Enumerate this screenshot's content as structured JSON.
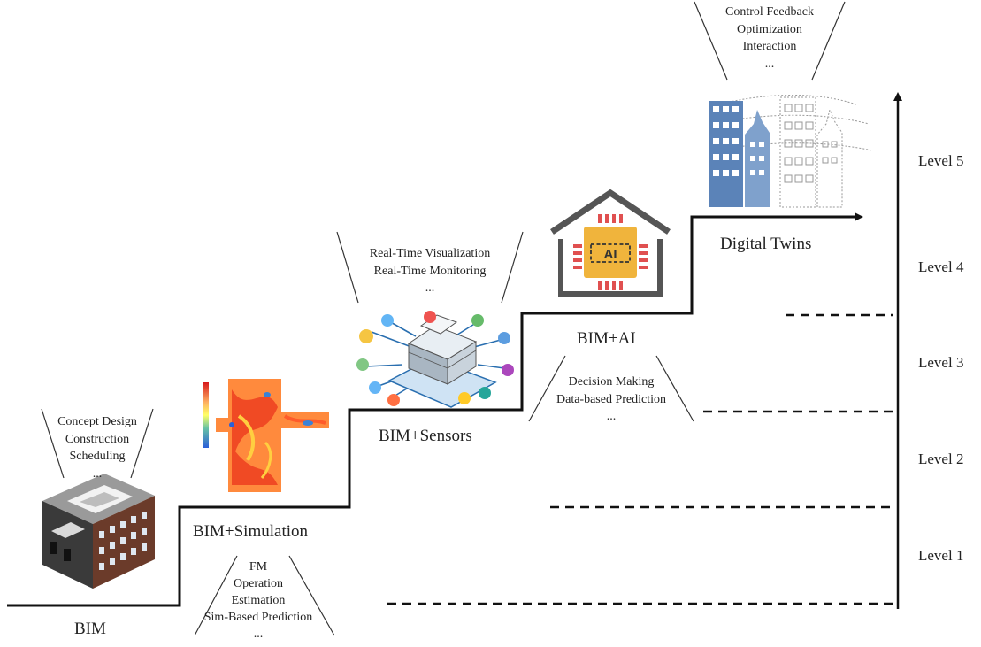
{
  "stages": [
    {
      "label": "BIM",
      "notes": [
        "Concept Design",
        "Construction",
        "Scheduling",
        "..."
      ]
    },
    {
      "label": "BIM+Simulation",
      "notes": [
        "FM",
        "Operation",
        "Estimation",
        "Sim-Based Prediction",
        "..."
      ]
    },
    {
      "label": "BIM+Sensors",
      "notes": [
        "Real-Time Visualization",
        "Real-Time Monitoring",
        "..."
      ]
    },
    {
      "label": "BIM+AI",
      "notes": [
        "Decision Making",
        "Data-based Prediction",
        "..."
      ]
    },
    {
      "label": "Digital Twins",
      "notes": [
        "Control Feedback",
        "Optimization",
        "Interaction",
        "..."
      ]
    }
  ],
  "levels": [
    "Level 1",
    "Level 2",
    "Level 3",
    "Level 4",
    "Level 5"
  ],
  "icons": [
    "isometric-building-icon",
    "cfd-simulation-icon",
    "iot-sensor-building-icon",
    "ai-chip-house-icon",
    "digital-twin-city-icon"
  ],
  "ai_chip_text": "AI",
  "colors": {
    "line": "#111111",
    "twin_blue": "#5b83b8",
    "ai_orange": "#f0b43c",
    "ai_red": "#e05050"
  }
}
